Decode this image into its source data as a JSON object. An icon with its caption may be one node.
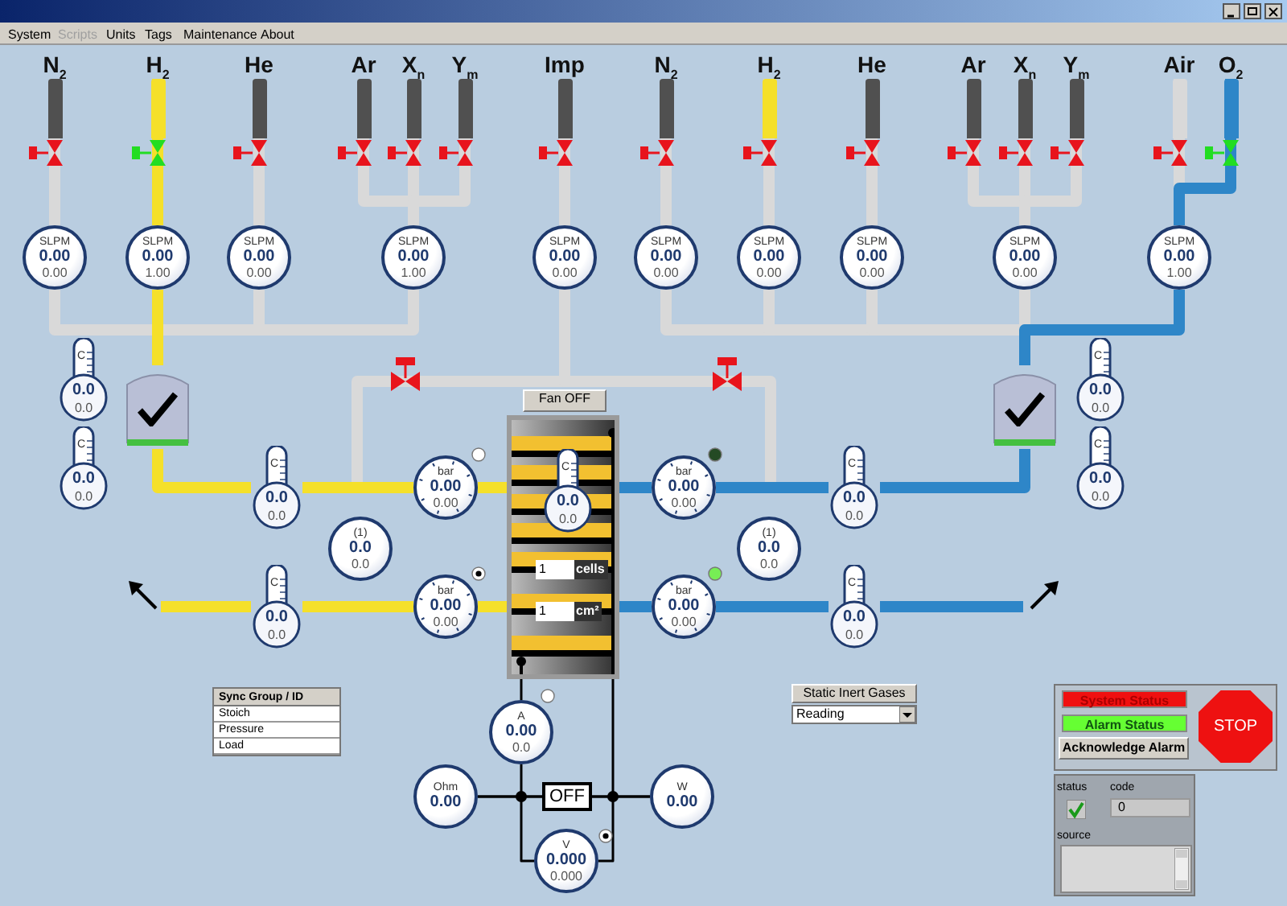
{
  "diagram": {
    "nodes": [
      {
        "text": [
          "N$_{2}$"
        ]
      },
      {
        "text": [
          "H$_{2}$"
        ]
      },
      {
        "text": [
          "He"
        ]
      },
      {
        "text": [
          "Ar"
        ]
      },
      {
        "text": [
          "X$_{n}$"
        ]
      },
      {
        "text": [
          "Y$_{m}$"
        ]
      },
      {
        "text": [
          "Imp"
        ]
      },
      {
        "text": [
          "N$_{2}$"
        ]
      },
      {
        "text": [
          "H$_{2}$"
        ]
      },
      {
        "text": [
          "He"
        ]
      },
      {
        "text": [
          "Ar"
        ]
      },
      {
        "text": [
          "X$_{n}$"
        ]
      },
      {
        "text": [
          "Y$_{m}$"
        ]
      },
      {
        "text": [
          "Air"
        ]
      },
      {
        "text": [
          "O$_{2}$"
        ]
      },
      {
        "text": [
          "SLPM",
          "0.00",
          "0.00"
        ]
      },
      {
        "text": [
          "SLPM",
          "0.00",
          "1.00"
        ]
      },
      {
        "text": [
          "SLPM",
          "0.00",
          "0.00"
        ]
      },
      {
        "text": [
          "SLPM",
          "0.00",
          "1.00"
        ]
      },
      {
        "text": [
          "SLPM",
          "0.00",
          "0.00"
        ]
      },
      {
        "text": [
          "SLPM",
          "0.00",
          "0.00"
        ]
      },
      {
        "text": [
          "SLPM",
          "0.00",
          "0.00"
        ]
      },
      {
        "text": [
          "SLPM",
          "0.00",
          "0.00"
        ]
      },
      {
        "text": [
          "SLPM",
          "0.00",
          "0.00"
        ]
      },
      {
        "text": [
          "SLPM",
          "0.00",
          "1.00"
        ]
      },
      {
        "text": [
          "C",
          "0.0",
          "0.0"
        ]
      },
      {
        "text": [
          "C",
          "0.0",
          "0.0"
        ]
      },
      {
        "text": [],
        "shape": "cylinder"
      },
      {
        "text": [
          "C",
          "0.0",
          "0.0"
        ]
      },
      {
        "text": [
          "bar",
          "0.00",
          "0.00"
        ]
      },
      {
        "text": [
          "(1)",
          "0.0",
          "0.0"
        ]
      },
      {
        "text": [
          "C",
          "0.0",
          "0.0"
        ]
      },
      {
        "text": [
          "bar",
          "0.00",
          "0.00"
        ]
      },
      {
        "text": [
          "cells",
          "cm²"
        ]
      },
      {
        "text": [
          "C",
          "0.0",
          "0.0"
        ],
        "in": 33
      },
      {
        "text": [
          "bar",
          "0.00",
          "0.00"
        ]
      },
      {
        "text": [
          "C",
          "0.0",
          "0.0"
        ]
      },
      {
        "text": [
          "(1)",
          "0.0",
          "0.0"
        ]
      },
      {
        "text": [],
        "shape": "cylinder"
      },
      {
        "text": [
          "C",
          "0.0",
          "0.0"
        ]
      },
      {
        "text": [
          "C",
          "0.0",
          "0.0"
        ]
      },
      {
        "text": [
          "bar",
          "0.00",
          "0.00"
        ]
      },
      {
        "text": [
          "C",
          "0.0",
          "0.0"
        ]
      },
      {
        "text": [
          "A",
          "0.00",
          "0.0"
        ]
      },
      {
        "text": [
          "Ohm",
          "0.00"
        ]
      },
      {
        "text": [
          "OFF"
        ]
      },
      {
        "text": [
          "W",
          "0.00"
        ]
      },
      {
        "text": [
          "V",
          "0.000",
          "0.000"
        ]
      }
    ],
    "edges": [
      {
        "from": 0,
        "to": 15,
        "arrow": "none"
      },
      {
        "from": 1,
        "to": 16,
        "arrow": "none",
        "color": "#f5e02a"
      },
      {
        "from": 2,
        "to": 17,
        "arrow": "none"
      },
      {
        "from": 3,
        "to": 18,
        "arrow": "none"
      },
      {
        "from": 4,
        "to": 18,
        "arrow": "none"
      },
      {
        "from": 5,
        "to": 18,
        "arrow": "none"
      },
      {
        "from": 6,
        "to": 19,
        "arrow": "none"
      },
      {
        "from": 7,
        "to": 20,
        "arrow": "none"
      },
      {
        "from": 8,
        "to": 21,
        "arrow": "none"
      },
      {
        "from": 9,
        "to": 22,
        "arrow": "none"
      },
      {
        "from": 10,
        "to": 23,
        "arrow": "none"
      },
      {
        "from": 11,
        "to": 23,
        "arrow": "none"
      },
      {
        "from": 12,
        "to": 23,
        "arrow": "none"
      },
      {
        "from": 13,
        "to": 24,
        "arrow": "none"
      },
      {
        "from": 14,
        "to": 24,
        "arrow": "none",
        "color": "#2e86c8"
      },
      {
        "from": 15,
        "to": 27,
        "arrow": "none"
      },
      {
        "from": 16,
        "to": 27,
        "arrow": "none",
        "color": "#f5e02a"
      },
      {
        "from": 17,
        "to": 27,
        "arrow": "none"
      },
      {
        "from": 18,
        "to": 27,
        "arrow": "none"
      },
      {
        "from": 20,
        "to": 38,
        "arrow": "none"
      },
      {
        "from": 21,
        "to": 38,
        "arrow": "none"
      },
      {
        "from": 22,
        "to": 38,
        "arrow": "none"
      },
      {
        "from": 23,
        "to": 38,
        "arrow": "none"
      },
      {
        "from": 24,
        "to": 38,
        "arrow": "none",
        "color": "#2e86c8"
      },
      {
        "from": 27,
        "to": 28,
        "arrow": "none",
        "color": "#f5e02a"
      },
      {
        "from": 28,
        "to": 29,
        "arrow": "none",
        "color": "#f5e02a"
      },
      {
        "from": 19,
        "to": 29,
        "arrow": "none"
      },
      {
        "from": 19,
        "to": 35,
        "arrow": "none"
      },
      {
        "from": 29,
        "to": 33,
        "arrow": "none",
        "color": "#f5e02a"
      },
      {
        "from": 38,
        "to": 36,
        "arrow": "none",
        "color": "#2e86c8"
      },
      {
        "from": 36,
        "to": 35,
        "arrow": "none",
        "color": "#2e86c8"
      },
      {
        "from": 35,
        "to": 33,
        "arrow": "none",
        "color": "#2e86c8"
      },
      {
        "from": 33,
        "to": 32,
        "arrow": "none",
        "color": "#f5e02a"
      },
      {
        "from": 32,
        "to": 31,
        "arrow": "none",
        "color": "#f5e02a"
      },
      {
        "from": 31,
        "to": null,
        "arrow": "none",
        "color": "#f5e02a"
      },
      {
        "from": 33,
        "to": 41,
        "arrow": "none",
        "color": "#2e86c8"
      },
      {
        "from": 41,
        "to": 42,
        "arrow": "none",
        "color": "#2e86c8"
      },
      {
        "from": 42,
        "to": null,
        "arrow": "none",
        "color": "#2e86c8"
      },
      {
        "from": 33,
        "to": 43,
        "arrow": "none",
        "color": "#000000"
      },
      {
        "from": 43,
        "to": 45,
        "arrow": "none",
        "color": "#000000"
      },
      {
        "from": 44,
        "to": 45,
        "arrow": "none",
        "color": "#000000"
      },
      {
        "from": 45,
        "to": 46,
        "arrow": "none",
        "color": "#000000"
      },
      {
        "from": 33,
        "to": 45,
        "arrow": "none",
        "color": "#000000"
      },
      {
        "from": 47,
        "to": 44,
        "arrow": "none",
        "color": "#000000"
      },
      {
        "from": 47,
        "to": 46,
        "arrow": "none",
        "color": "#000000"
      }
    ],
    "labels": [
      "System",
      "Scripts",
      "Units",
      "Tags",
      "Maintenance",
      "About",
      "Fan OFF",
      "1",
      "1",
      "Sync Group / ID",
      "Stoich",
      "Pressure",
      "Load",
      "Static Inert Gases",
      "Reading",
      "System Status",
      "Alarm Status",
      "Acknowledge Alarm",
      "STOP",
      "status",
      "code",
      "0",
      "source"
    ]
  }
}
